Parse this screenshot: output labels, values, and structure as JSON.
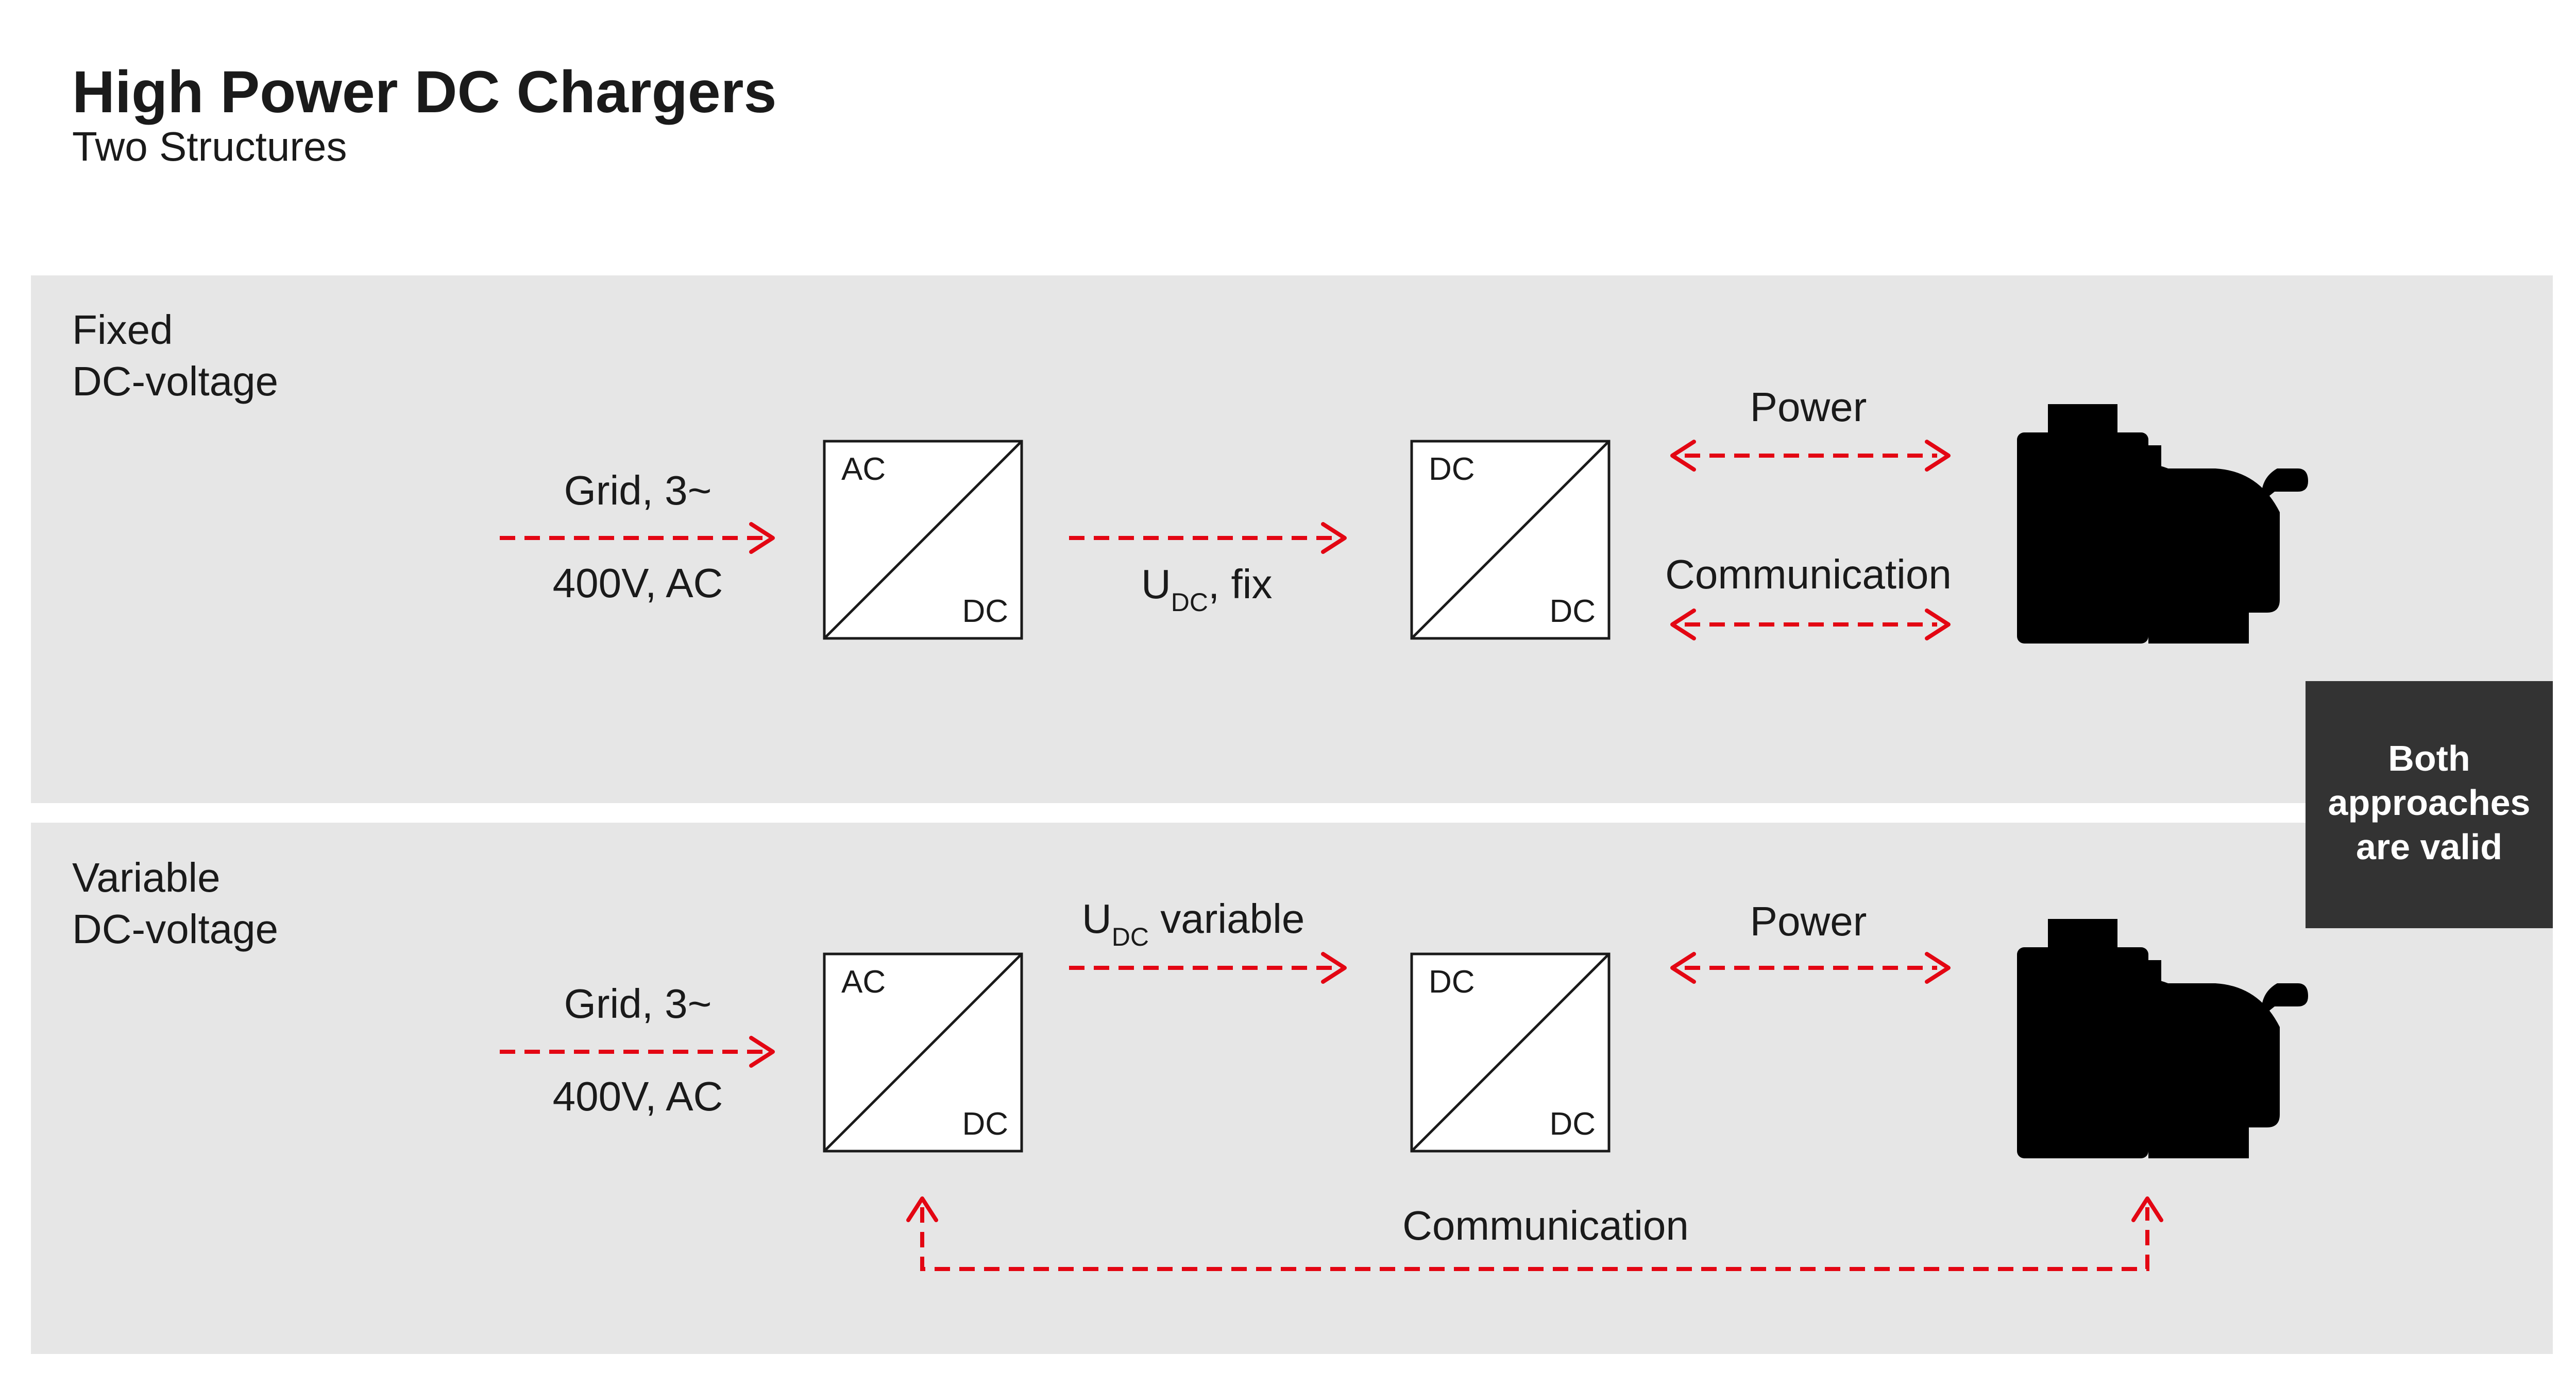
{
  "header": {
    "title": "High Power DC Chargers",
    "subtitle": "Two Structures"
  },
  "colors": {
    "panel_bg": "#e6e6e6",
    "arrow_red": "#e30613",
    "badge_bg": "#333333"
  },
  "panels": [
    {
      "label_line1": "Fixed",
      "label_line2": "DC-voltage",
      "grid_label": "Grid, 3~",
      "grid_voltage": "400V, AC",
      "box1_top": "AC",
      "box1_bottom": "DC",
      "box2_top": "DC",
      "box2_bottom": "DC",
      "link_main": "U",
      "link_sub": "DC",
      "link_suffix": ", fix",
      "power_label": "Power",
      "comm_label": "Communication",
      "vehicle_icon": "battery-car-charging-icon"
    },
    {
      "label_line1": "Variable",
      "label_line2": "DC-voltage",
      "grid_label": "Grid, 3~",
      "grid_voltage": "400V, AC",
      "box1_top": "AC",
      "box1_bottom": "DC",
      "box2_top": "DC",
      "box2_bottom": "DC",
      "link_main": "U",
      "link_sub": "DC",
      "link_suffix": " variable",
      "power_label": "Power",
      "comm_label": "Communication",
      "vehicle_icon": "battery-car-charging-icon"
    }
  ],
  "badge": {
    "line1": "Both",
    "line2": "approaches",
    "line3": "are valid"
  }
}
